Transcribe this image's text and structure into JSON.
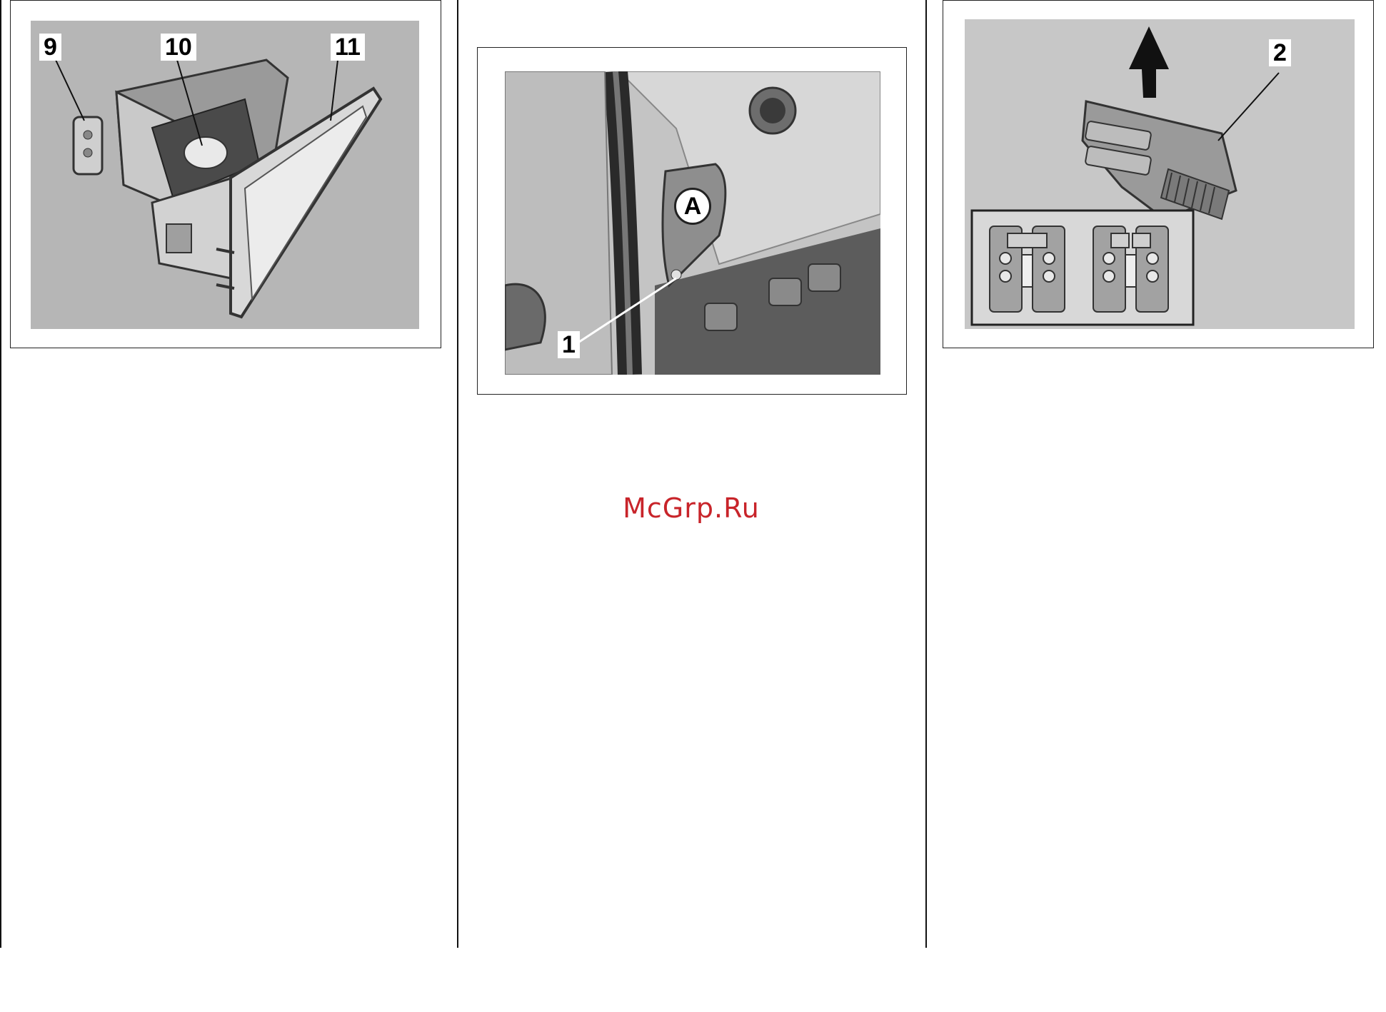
{
  "figures": {
    "left": {
      "callouts": [
        "9",
        "10",
        "11"
      ]
    },
    "middle": {
      "callouts": [
        "A",
        "1"
      ]
    },
    "right": {
      "callouts": [
        "2"
      ]
    }
  },
  "watermark": "McGrp.Ru"
}
